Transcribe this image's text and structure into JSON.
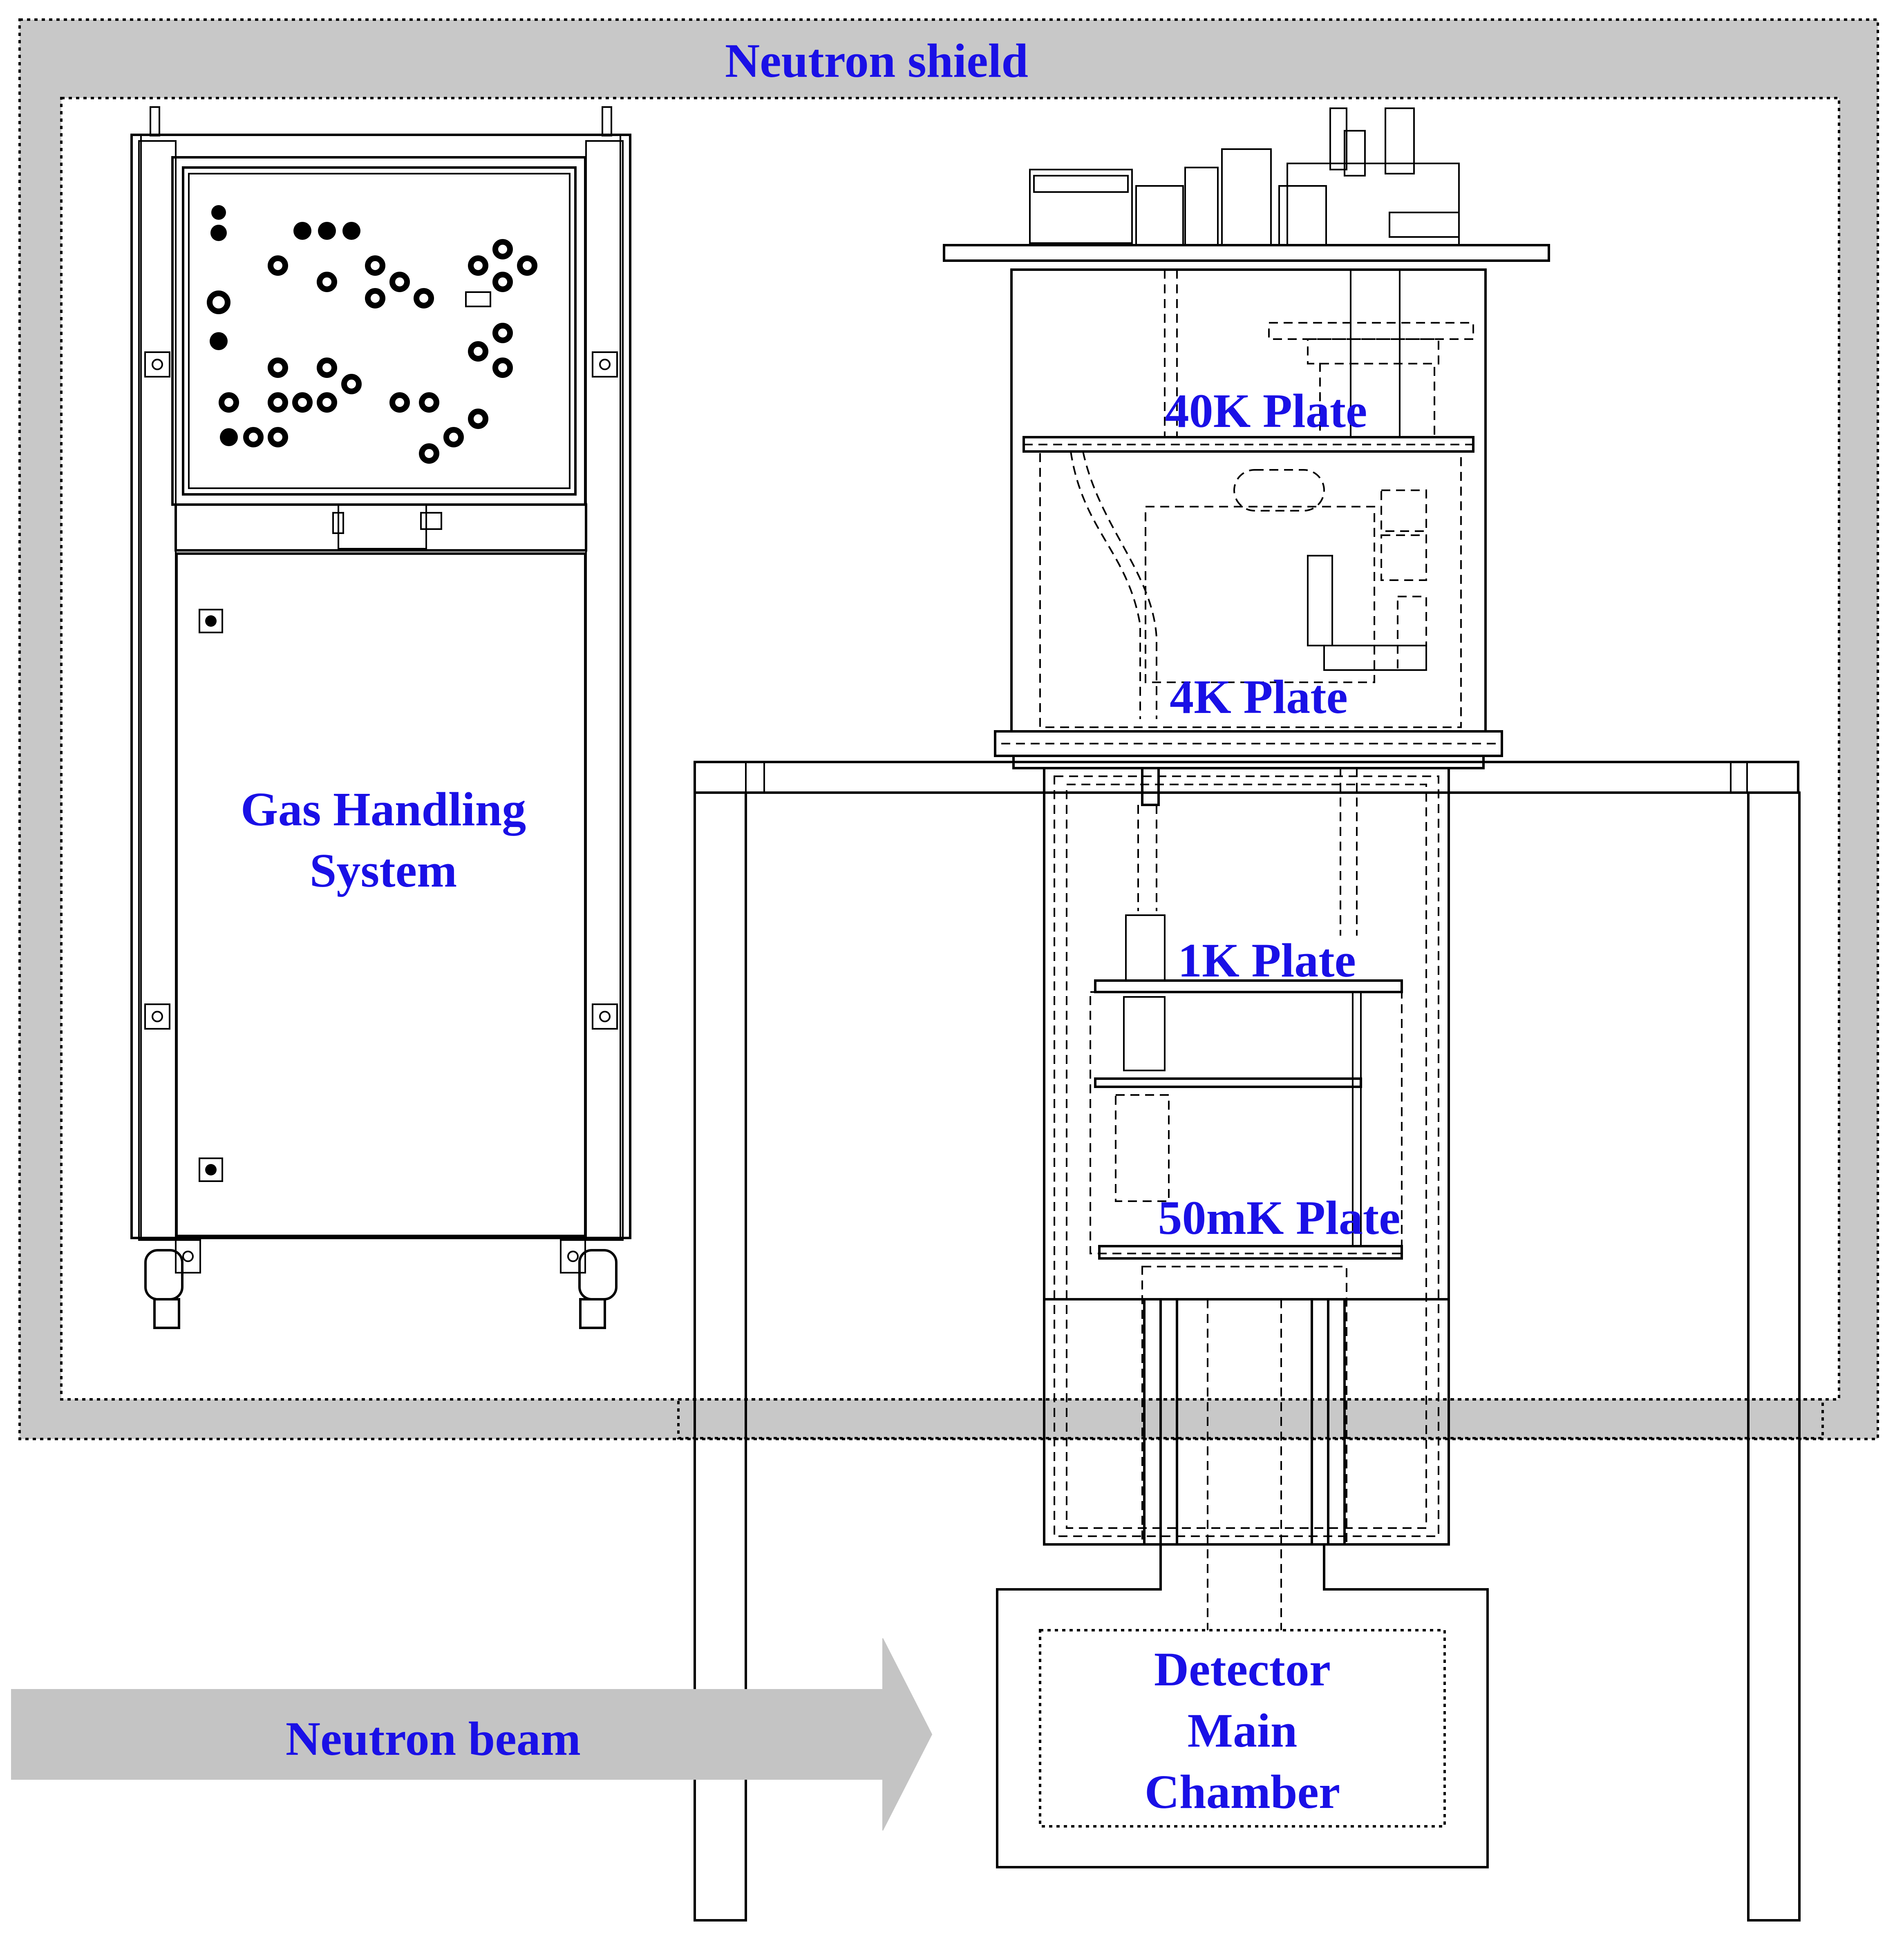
{
  "labels": {
    "neutron_shield": "Neutron shield",
    "gas_handling_line1": "Gas Handling",
    "gas_handling_line2": "System",
    "plate_40k": "40K Plate",
    "plate_4k": "4K Plate",
    "plate_1k": "1K Plate",
    "plate_50mk": "50mK Plate",
    "detector_line1": "Detector",
    "detector_line2": "Main",
    "detector_line3": "Chamber",
    "neutron_beam": "Neutron beam"
  },
  "colors": {
    "label_text": "#1a10e6",
    "shield_fill": "#c8c8c8",
    "beam_fill": "#c4c4c4",
    "line": "#000000"
  }
}
